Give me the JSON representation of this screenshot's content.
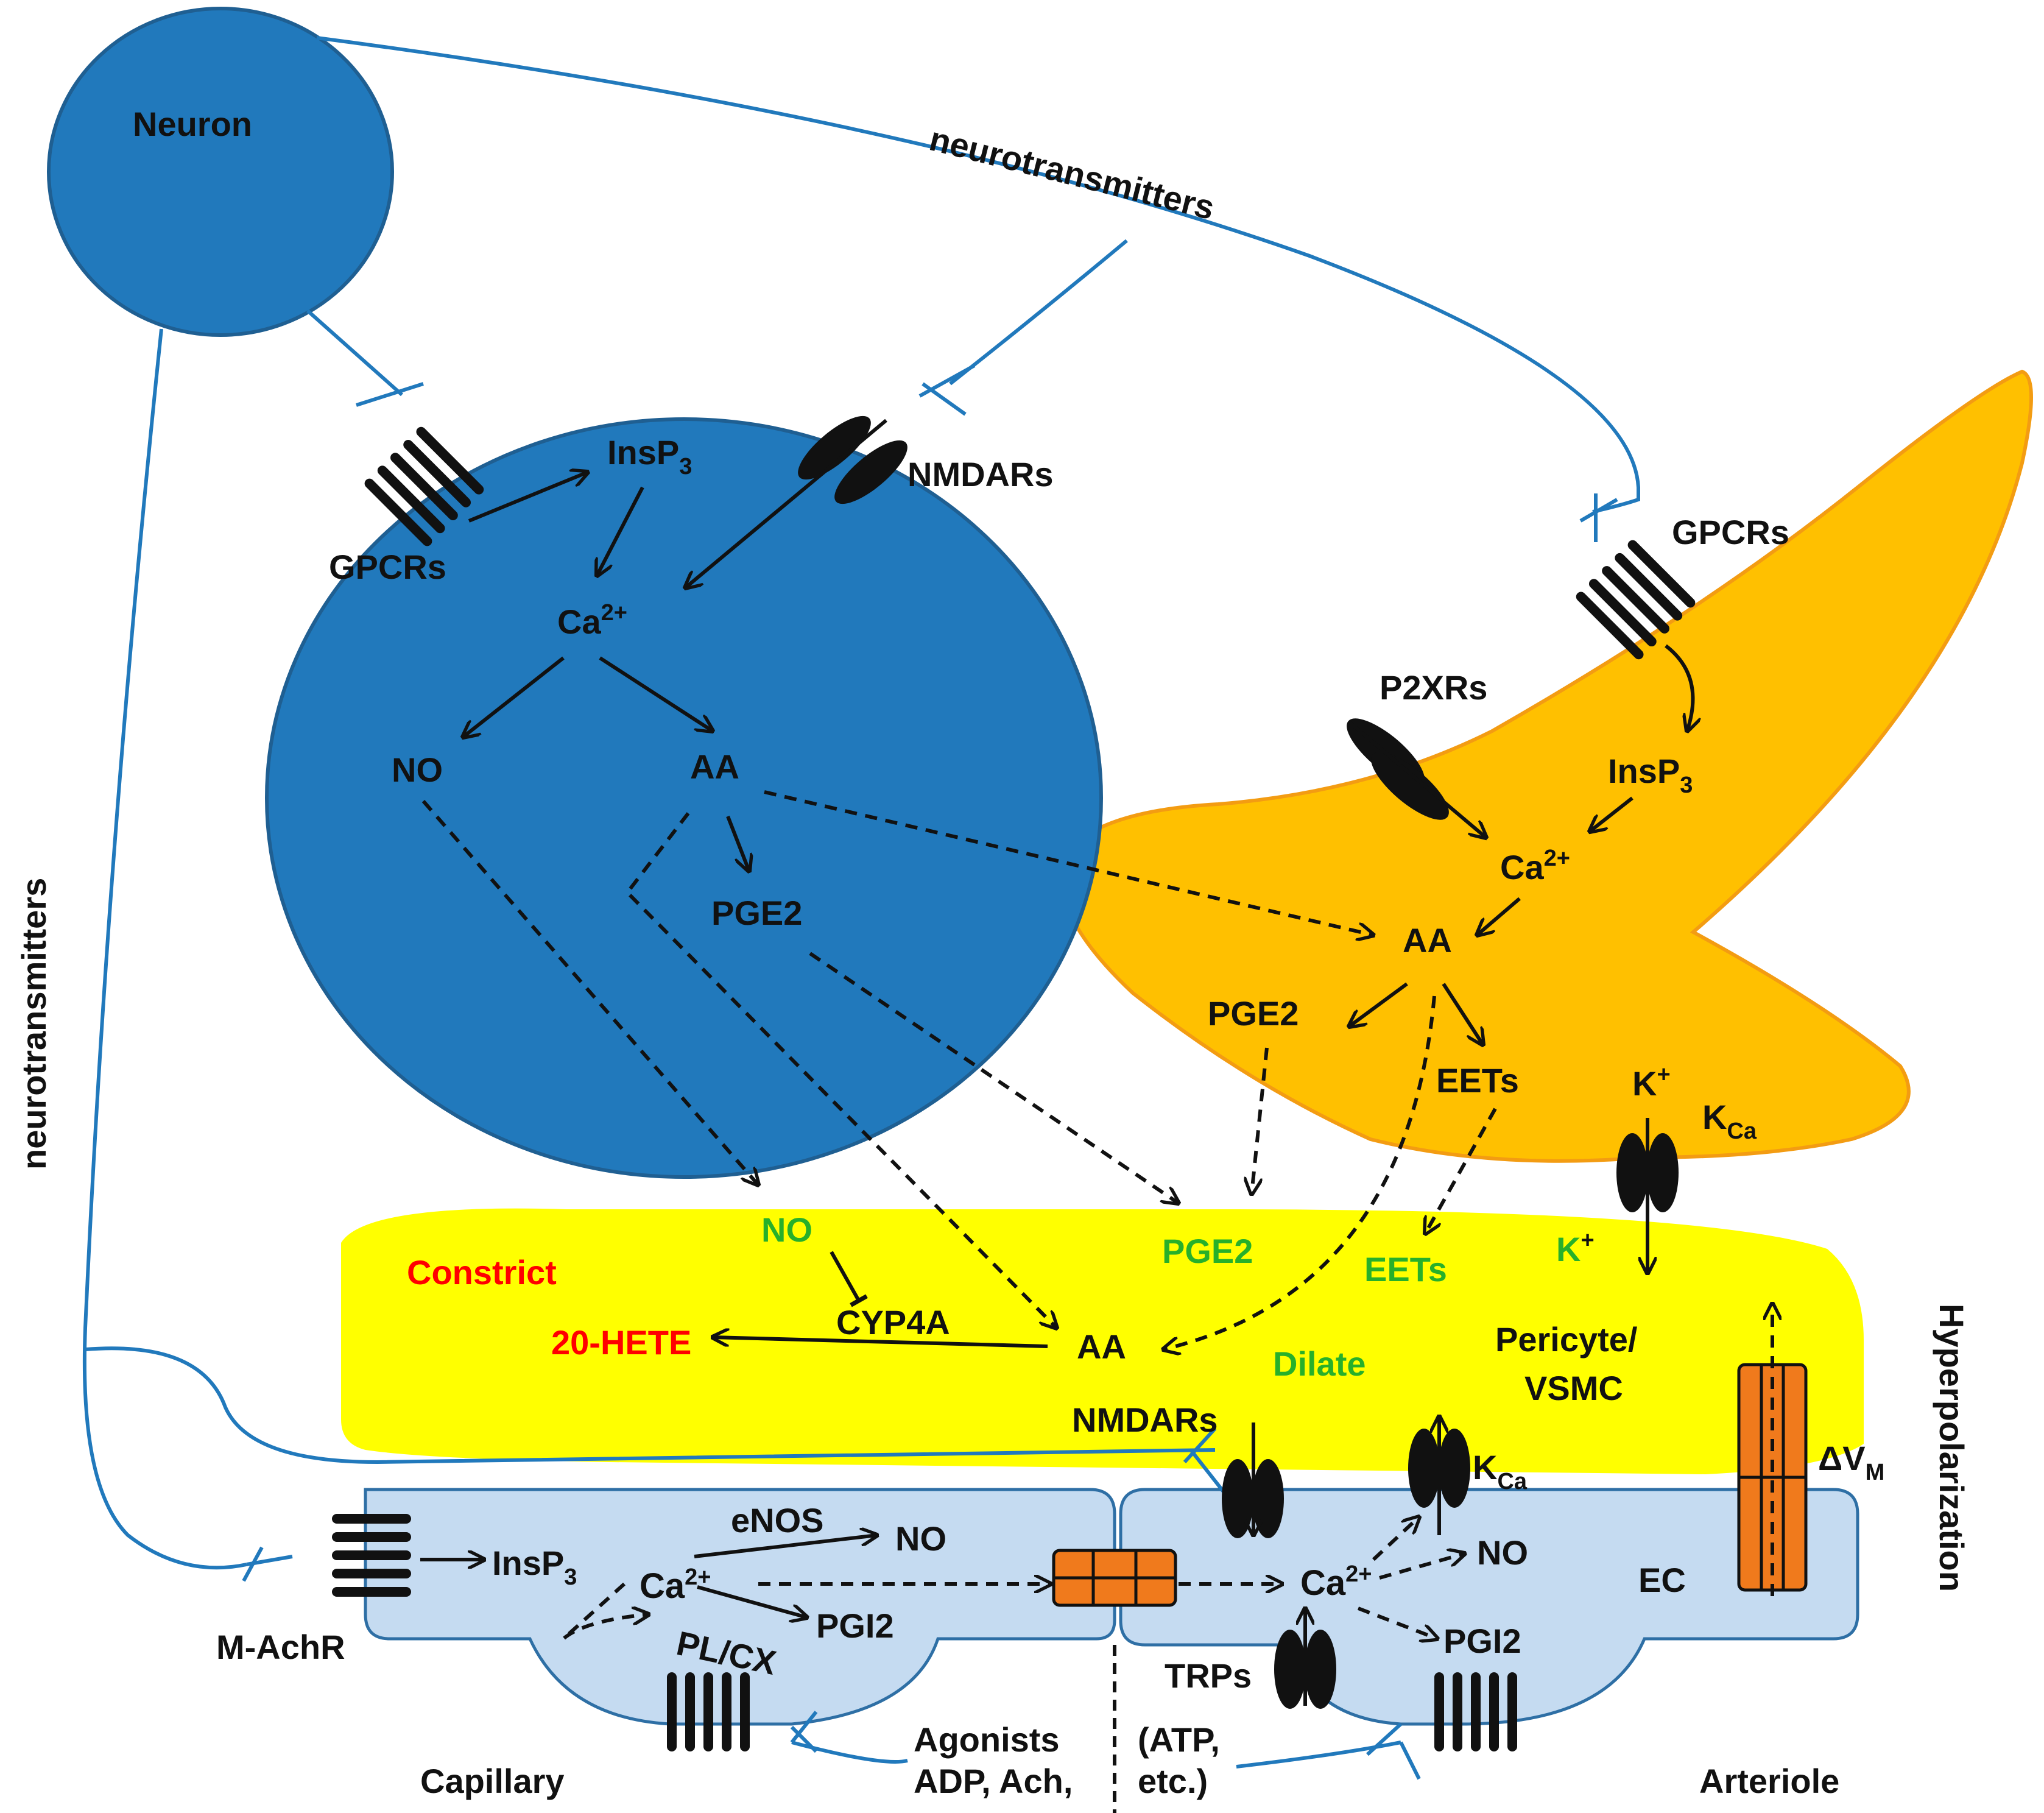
{
  "colors": {
    "neuron": "#2179bc",
    "neuron_stroke": "#1f5f92",
    "astrocyte": "#ffc000",
    "astrocyte_stroke": "#f39c12",
    "pericyte": "#ffff00",
    "endothelium": "#c5dbf1",
    "endothelium_stroke": "#2e6fa5",
    "channel_orange": "#f07a1c",
    "dilate_text": "#27b02a",
    "constrict_text": "#ff0000",
    "text": "#111111"
  },
  "neuron": {
    "label": "Neuron"
  },
  "neurotransmitters": {
    "top": "neurotransmitters",
    "left": "neurotransmitters"
  },
  "neuron_body": {
    "gpcrs": "GPCRs",
    "insp3": "InsP",
    "insp3_sub": "3",
    "nmdars": "NMDARs",
    "ca": "Ca",
    "ca_sup": "2+",
    "no": "NO",
    "aa": "AA",
    "pge2": "PGE2"
  },
  "astrocyte": {
    "gpcrs": "GPCRs",
    "p2xrs": "P2XRs",
    "insp3": "InsP",
    "insp3_sub": "3",
    "ca": "Ca",
    "ca_sup": "2+",
    "aa": "AA",
    "pge2": "PGE2",
    "eets": "EETs",
    "k": "K",
    "k_sup": "+",
    "kca": "K",
    "kca_sub": "Ca"
  },
  "pericyte": {
    "no": "NO",
    "constrict": "Constrict",
    "cyp4a": "CYP4A",
    "hete": "20-HETE",
    "aa": "AA",
    "pge2": "PGE2",
    "eets": "EETs",
    "k": "K",
    "k_sup": "+",
    "dilate": "Dilate",
    "pericyte_label_1": "Pericyte/",
    "pericyte_label_2": "VSMC",
    "hyperpolarization": "Hyperpolarization",
    "dvm": "ΔV",
    "dvm_sub": "M"
  },
  "capillary": {
    "label": "Capillary",
    "machr": "M-AchR",
    "insp3": "InsP",
    "insp3_sub": "3",
    "ca": "Ca",
    "ca_sup": "2+",
    "enos": "eNOS",
    "no": "NO",
    "plcx": "PL/CX",
    "pgi2": "PGI2",
    "agonists_1": "Agonists",
    "agonists_2": "ADP, Ach,"
  },
  "arteriole": {
    "label": "Arteriole",
    "nmdars": "NMDARs",
    "kca": "K",
    "kca_sub": "Ca",
    "ca": "Ca",
    "ca_sup": "2+",
    "no": "NO",
    "ec": "EC",
    "pgi2": "PGI2",
    "trps": "TRPs",
    "atp_1": "(ATP,",
    "atp_2": "etc.)"
  }
}
